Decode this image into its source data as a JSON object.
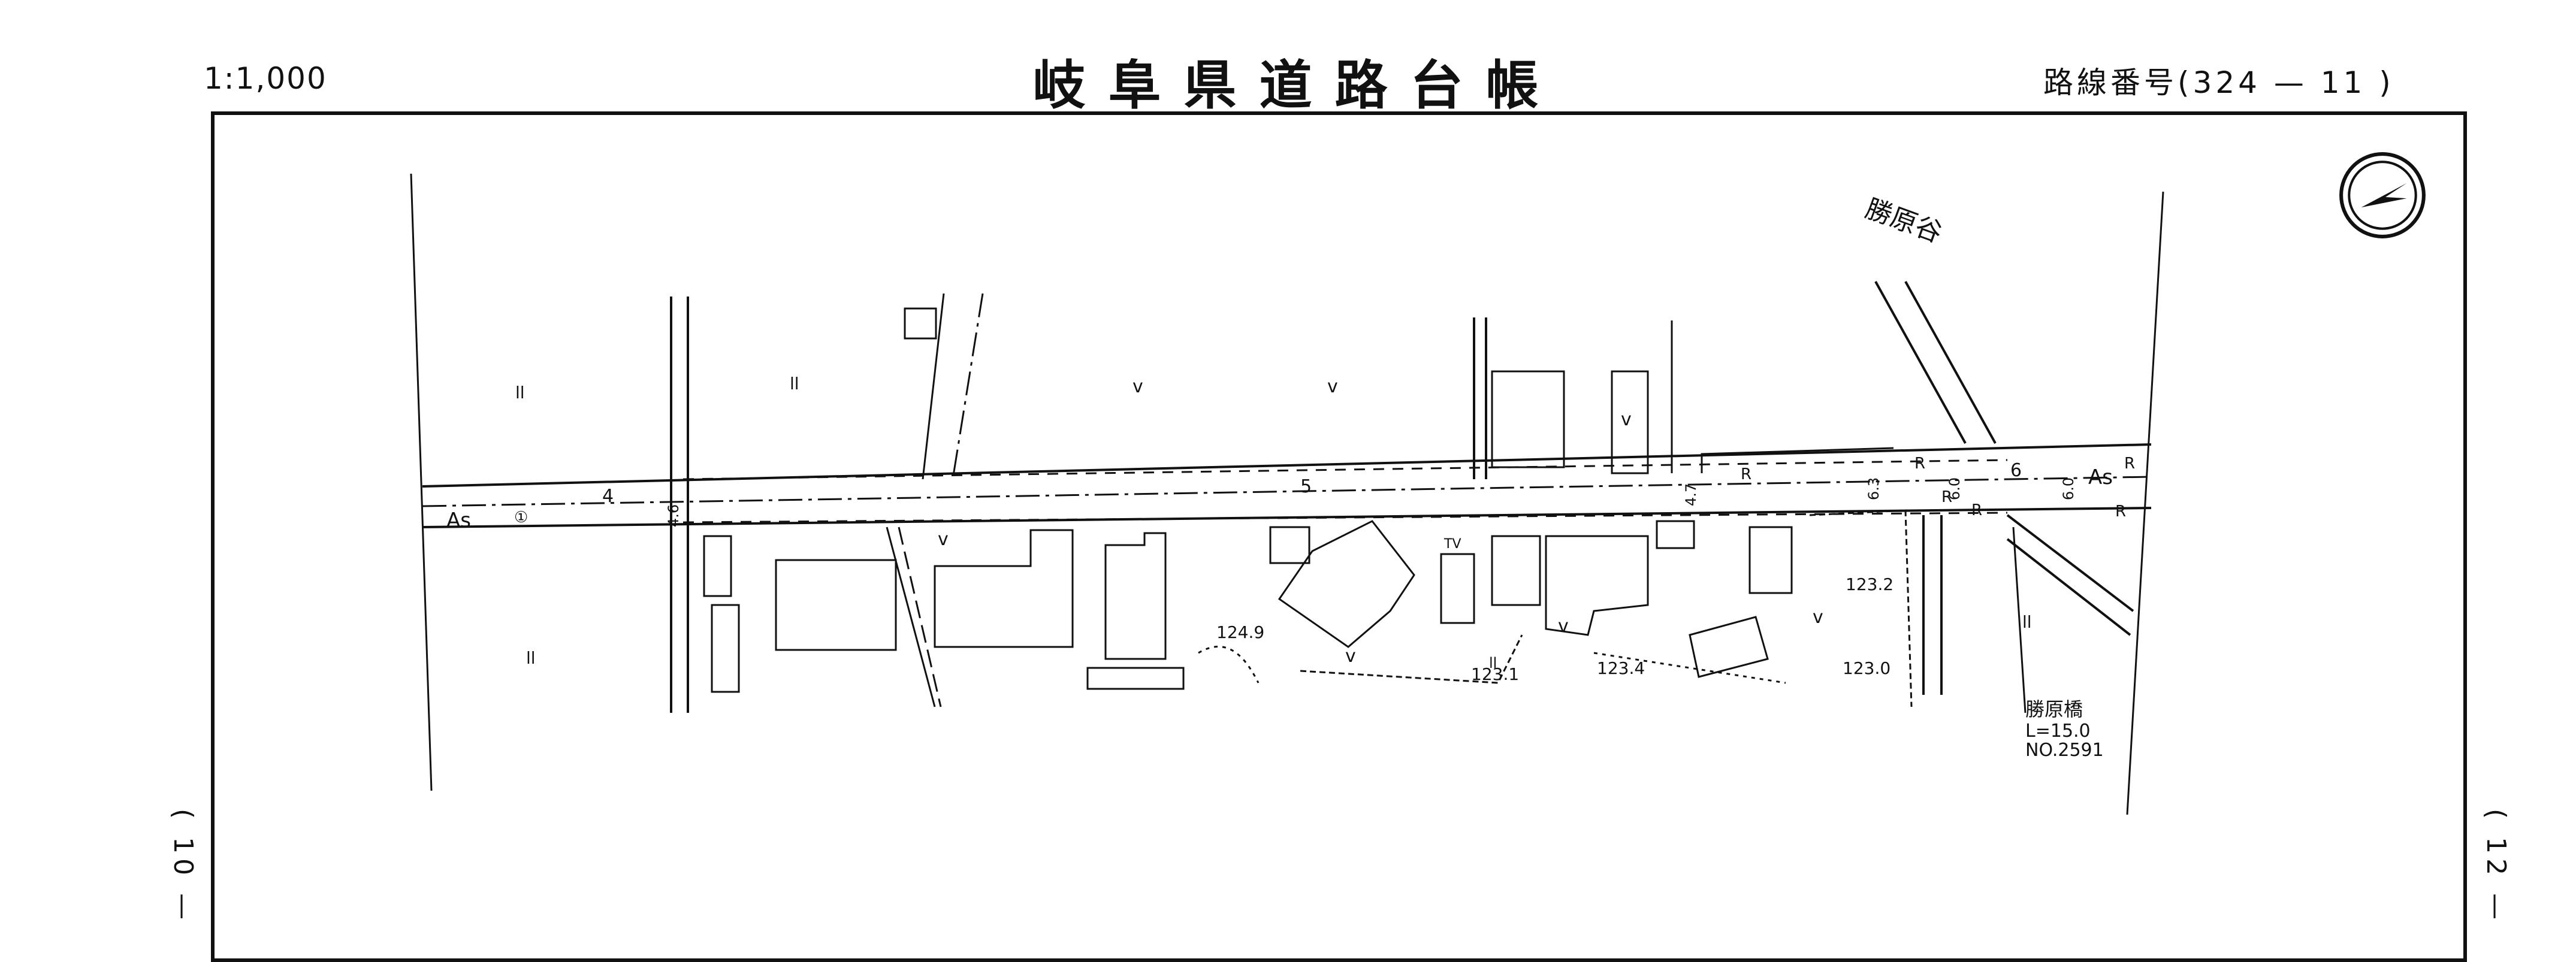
{
  "header": {
    "scale": "1:1,000",
    "title": "岐阜県道路台帳",
    "route_number": "路線番号(324 — 11 )"
  },
  "side_labels": {
    "left": "( 10 —",
    "right": "( 12 —"
  },
  "compass": {
    "icon": "north-arrow-icon"
  },
  "map_labels": {
    "pavement_left": "As",
    "pavement_right": "As",
    "circle_one": "①",
    "station_4": "4",
    "station_5": "5",
    "station_6": "6",
    "width_4_6": "4.6",
    "width_4_7": "4.7",
    "width_6_3": "6.3",
    "width_6_0_a": "6.0",
    "width_6_0_b": "6.0",
    "river_name": "勝原谷",
    "tv": "TV",
    "elev_124_9": "124.9",
    "elev_123_1": "123.1",
    "elev_123_4": "123.4",
    "elev_123_2": "123.2",
    "elev_123_0": "123.0",
    "bridge_name": "勝原橋",
    "bridge_length": "L=15.0",
    "bridge_no": "NO.2591",
    "r_labels": [
      "R",
      "R",
      "R",
      "R",
      "R",
      "R"
    ],
    "field_marks": [
      "ll",
      "ll",
      "ll",
      "ll",
      "ll"
    ],
    "field_v_marks": [
      "v",
      "v",
      "v",
      "v",
      "v",
      "v",
      "v"
    ]
  },
  "colors": {
    "ink": "#111111",
    "paper": "#ffffff"
  }
}
